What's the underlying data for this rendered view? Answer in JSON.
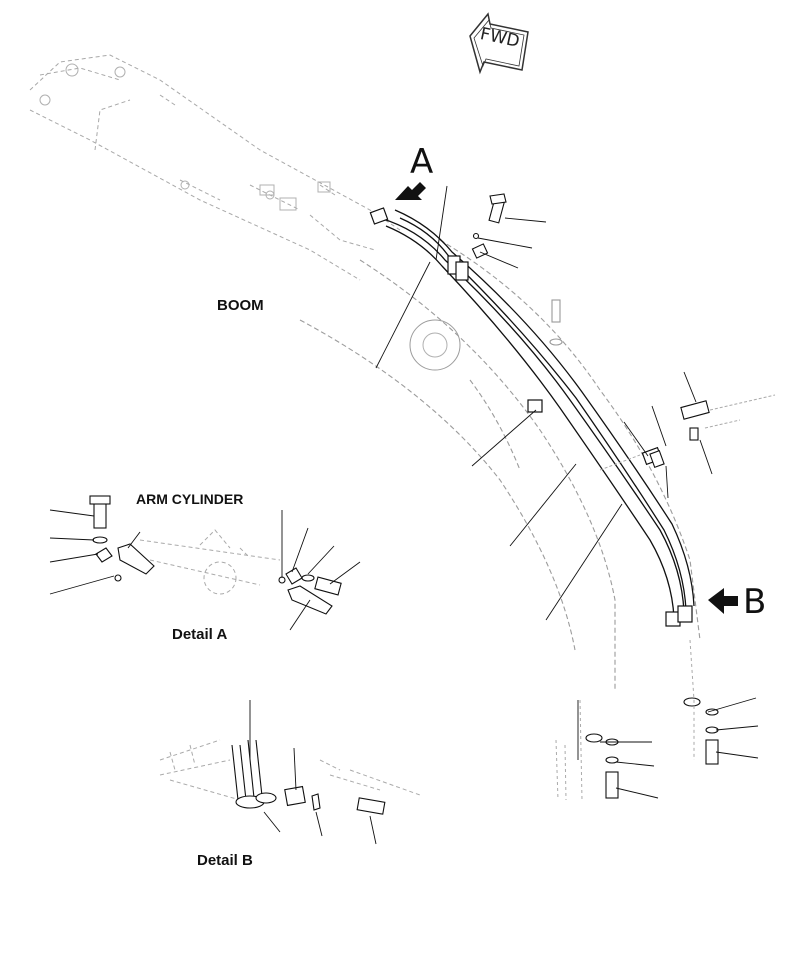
{
  "labels": {
    "fwd": "FWD",
    "callout_a": "A",
    "callout_b": "B",
    "boom": "BOOM",
    "arm_cylinder": "ARM CYLINDER",
    "detail_a": "Detail A",
    "detail_b": "Detail B"
  },
  "colors": {
    "ink": "#111111",
    "faint": "#9a9a9a"
  }
}
